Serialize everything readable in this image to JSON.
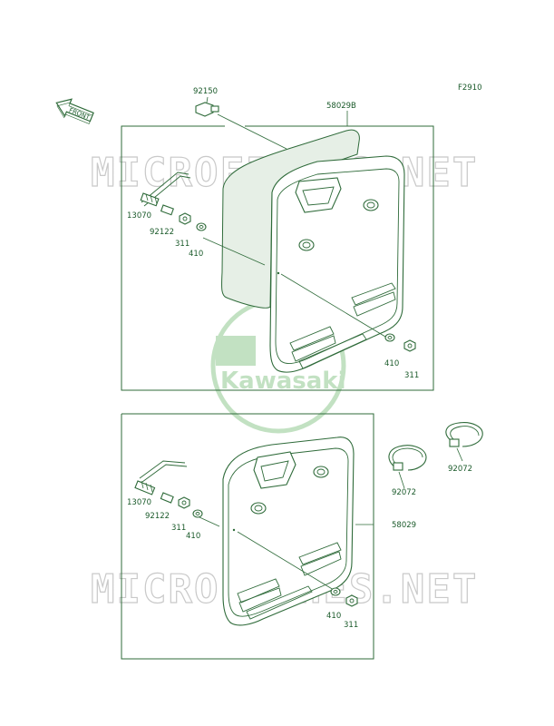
{
  "figure_code": "F2910",
  "front_label": "FRONT",
  "watermark": {
    "text": "MICROFICHES.NET",
    "logo_text": "Kawasaki",
    "color": "#b8dcb8"
  },
  "upper_assembly": {
    "labels": {
      "bolt": "92150",
      "plate": "58029B",
      "rod": "13070",
      "collar": "92122",
      "nut_left": "311",
      "washer_left": "410",
      "washer_right": "410",
      "nut_right": "311"
    }
  },
  "lower_assembly": {
    "labels": {
      "rod": "13070",
      "collar": "92122",
      "nut_left": "311",
      "washer_left": "410",
      "plate": "58029",
      "washer_right": "410",
      "nut_right": "311",
      "clamp_a": "92072",
      "clamp_b": "92072"
    }
  },
  "colors": {
    "line": "#2f6b3a",
    "text": "#1a5a2a"
  }
}
